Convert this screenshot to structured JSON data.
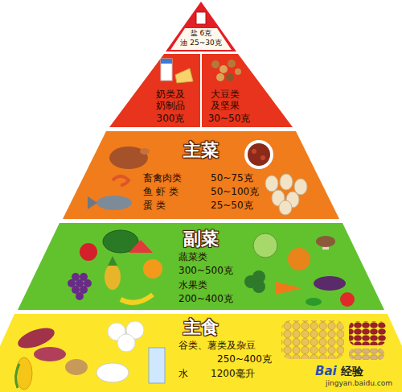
{
  "diagram": {
    "nodes": [
      {
        "text": [
          "盐 6克",
          "油 25~30克"
        ]
      },
      {
        "text": [
          "奶类及奶制品",
          "300克",
          "大豆类及坚果",
          "30~50克"
        ]
      },
      {
        "text": [
          "主菜",
          "畜禽肉类",
          "50~75克",
          "鱼 虾 类",
          "50~100克",
          "蛋 类",
          "25~50克"
        ]
      },
      {
        "text": [
          "副菜",
          "蔬菜类",
          "300~500克",
          "水果类",
          "200~400克"
        ]
      },
      {
        "text": [
          "主食",
          "谷类、薯类及杂豆",
          "250~400克",
          "水",
          "1200毫升"
        ]
      }
    ],
    "labels": [
      "Bai",
      "经验",
      "jingyan.baidu.com"
    ]
  }
}
